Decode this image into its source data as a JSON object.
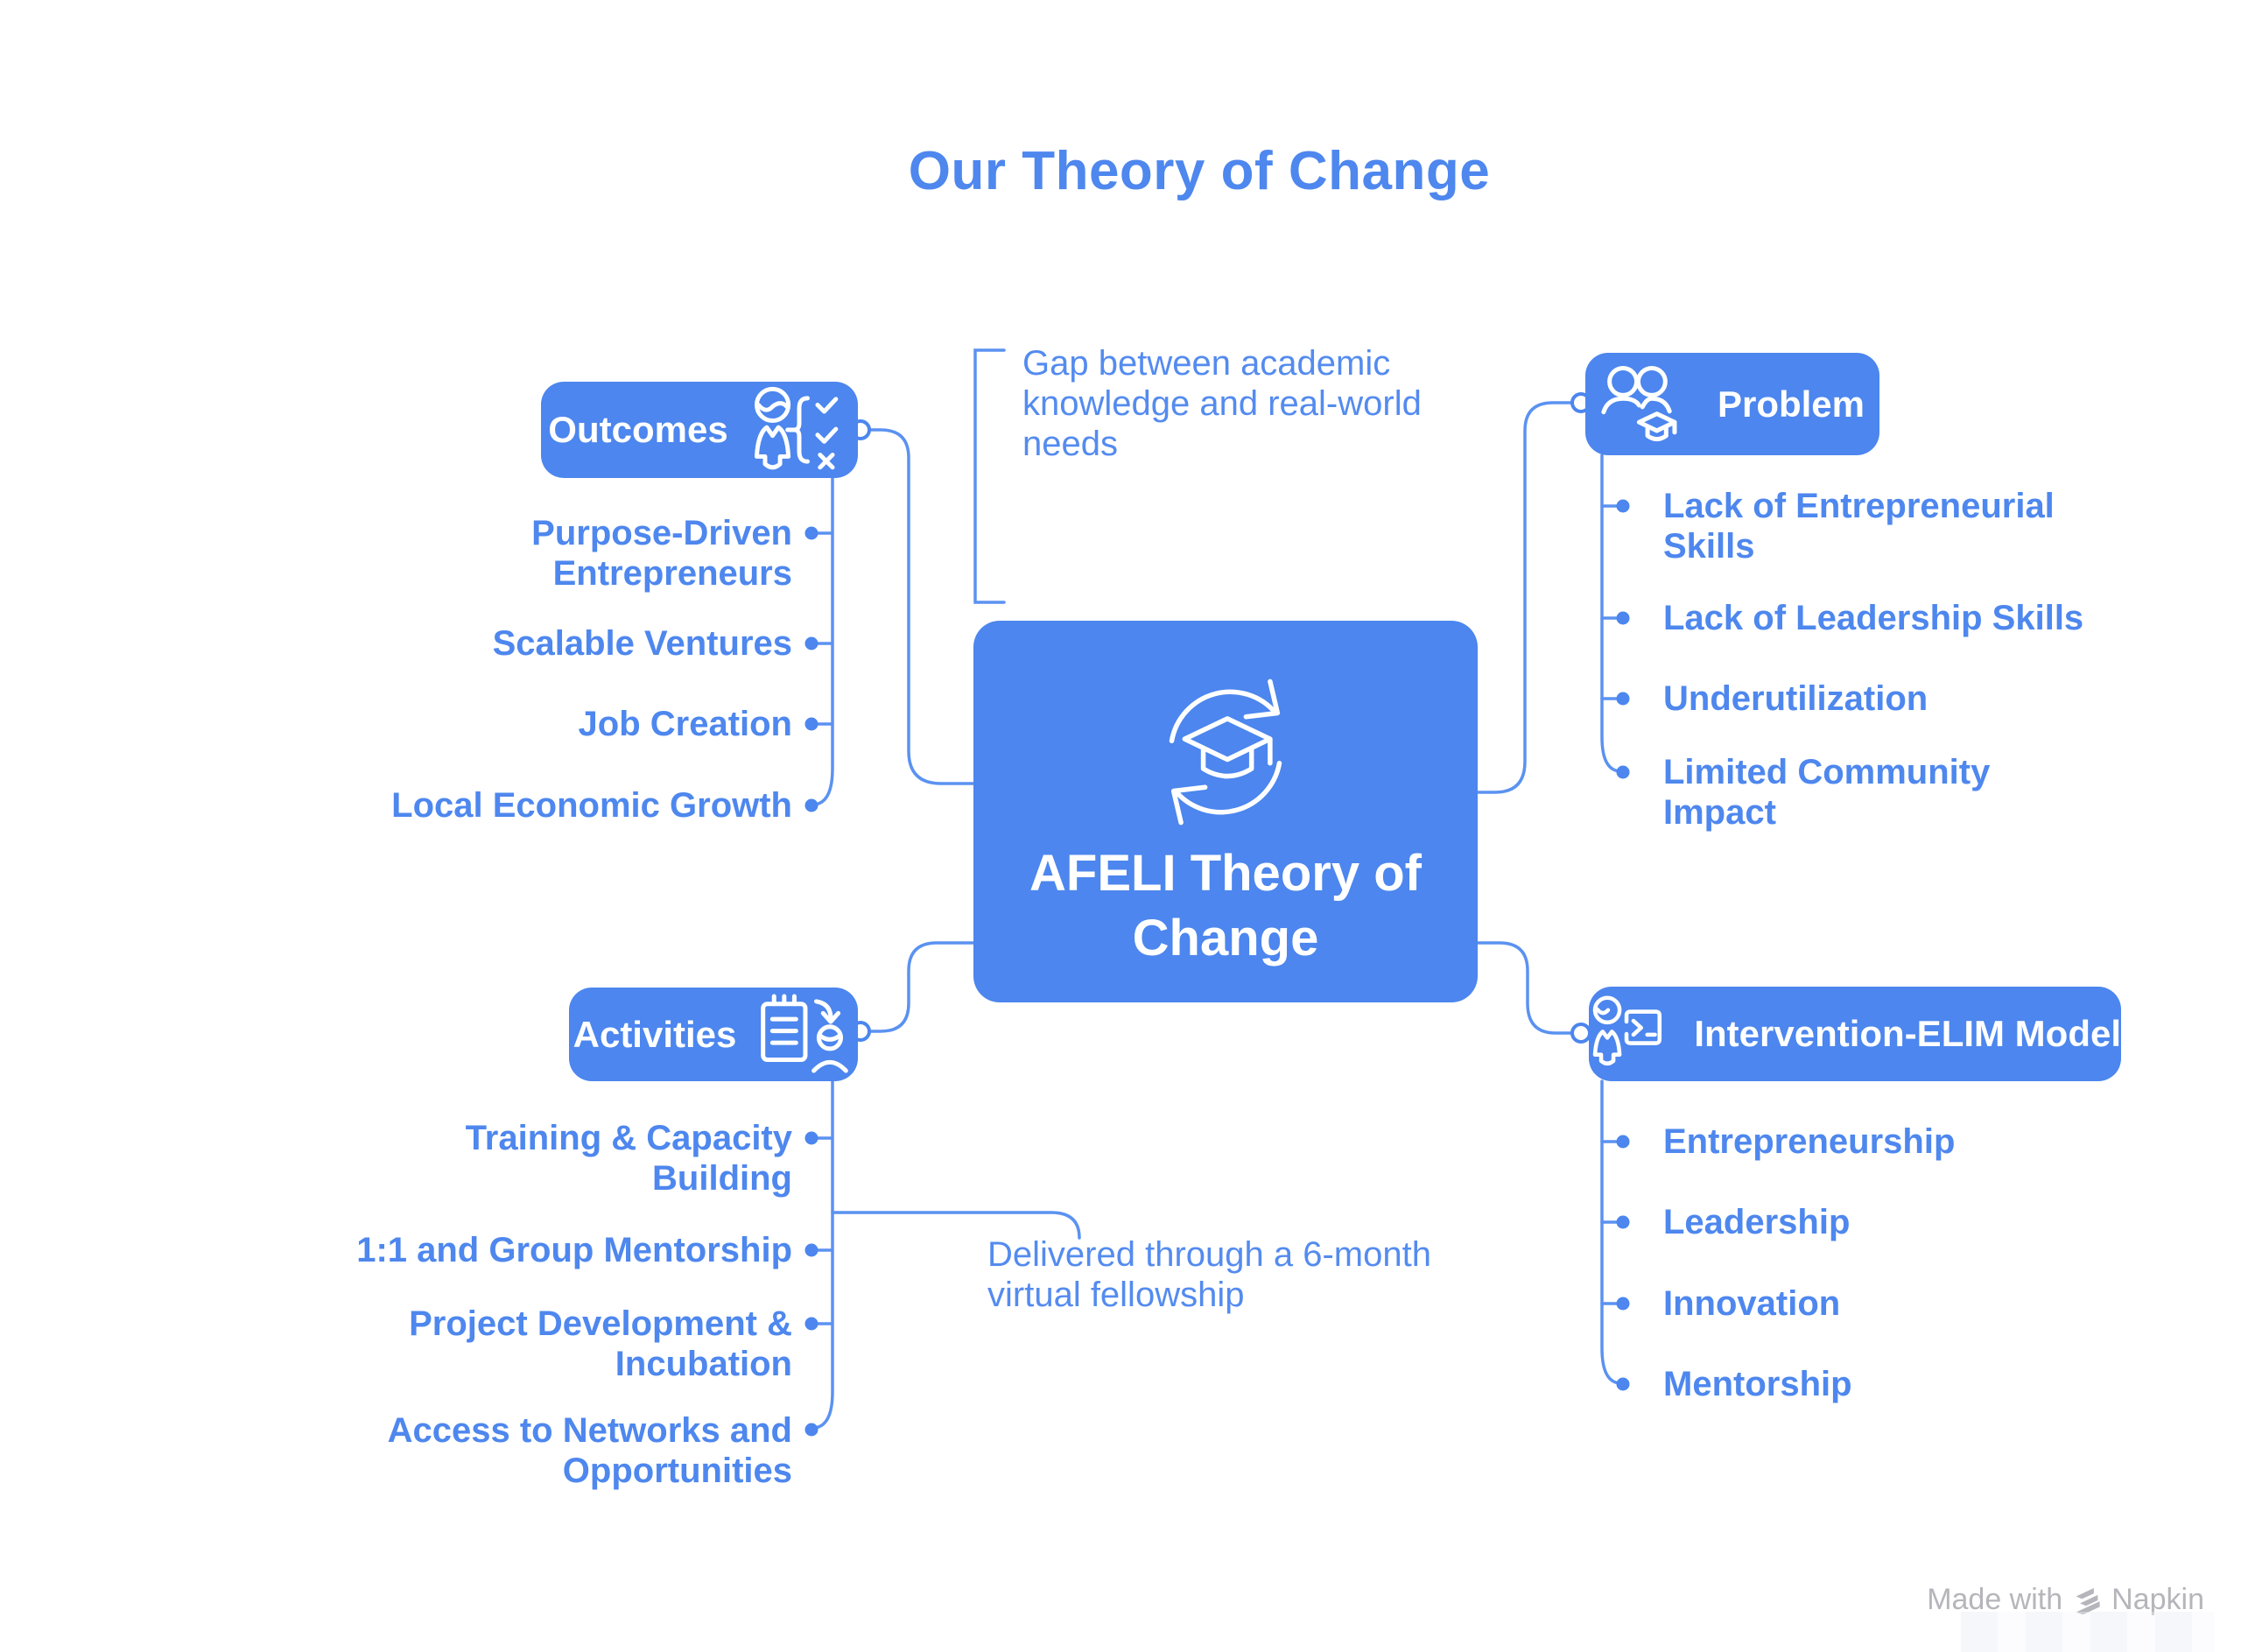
{
  "title": "Our Theory of Change",
  "central": {
    "label": "AFELI Theory of Change",
    "icon": "cycle-graduation-icon"
  },
  "branches": {
    "outcomes": {
      "label": "Outcomes",
      "icon": "person-checklist-icon",
      "items": [
        "Purpose-Driven Entrepreneurs",
        "Scalable Ventures",
        "Job Creation",
        "Local Economic Growth"
      ]
    },
    "problem": {
      "label": "Problem",
      "icon": "people-graduation-icon",
      "items": [
        "Lack of Entrepreneurial Skills",
        "Lack of Leadership Skills",
        "Underutilization",
        "Limited Community Impact"
      ]
    },
    "activities": {
      "label": "Activities",
      "icon": "clipboard-person-icon",
      "items": [
        "Training & Capacity Building",
        "1:1 and Group Mentorship",
        "Project Development & Incubation",
        "Access to Networks and Opportunities"
      ]
    },
    "intervention": {
      "label": "Intervention-ELIM Model",
      "icon": "person-presentation-icon",
      "items": [
        "Entrepreneurship",
        "Leadership",
        "Innovation",
        "Mentorship"
      ]
    }
  },
  "annotations": {
    "gap": "Gap between academic knowledge and real-world needs",
    "delivery": "Delivered through a 6-month virtual fellowship"
  },
  "watermark": {
    "text": "Made with",
    "brand": "Napkin",
    "logo": "napkin-logo-icon"
  },
  "colors": {
    "node_blue": "#4c86ee",
    "text_blue": "#4e87ee",
    "line_blue": "#5b92f1",
    "watermark_gray": "#b5b5bb",
    "background": "#ffffff"
  }
}
